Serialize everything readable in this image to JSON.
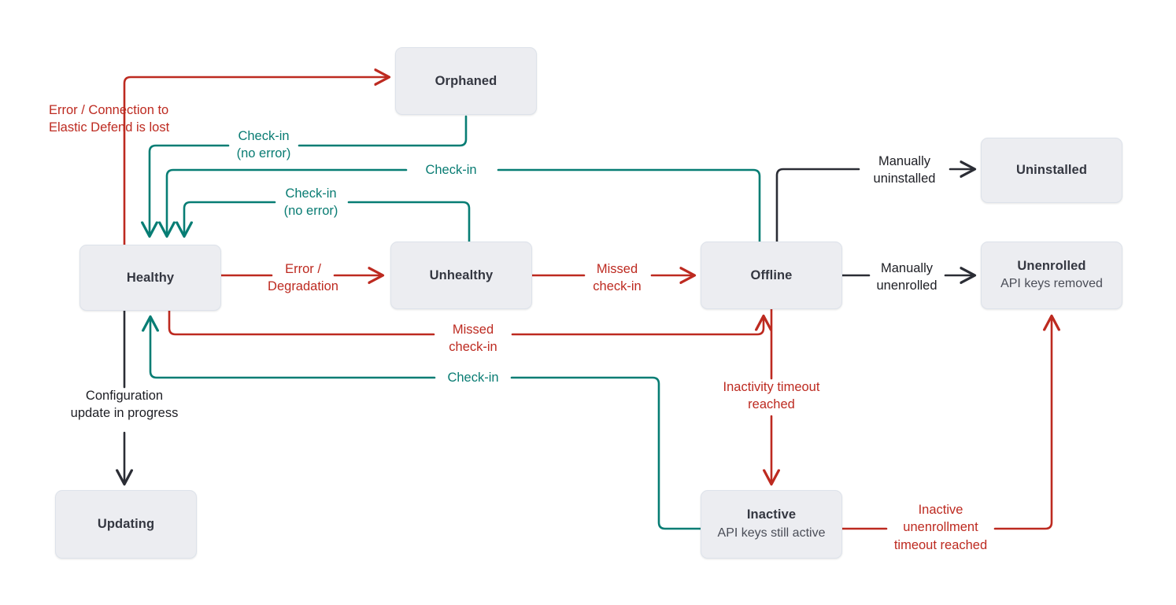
{
  "diagram": {
    "title": "Elastic Agent status state diagram",
    "colors": {
      "red": "#BD2A20",
      "teal": "#077D74",
      "dark": "#2B2D35",
      "node_fill": "#ECEDF1",
      "node_border": "#DDE2EA",
      "node_text": "#343741",
      "background": "#FFFFFF"
    },
    "nodes": [
      {
        "id": "orphaned",
        "title": "Orphaned",
        "sub": ""
      },
      {
        "id": "healthy",
        "title": "Healthy",
        "sub": ""
      },
      {
        "id": "unhealthy",
        "title": "Unhealthy",
        "sub": ""
      },
      {
        "id": "offline",
        "title": "Offline",
        "sub": ""
      },
      {
        "id": "uninstalled",
        "title": "Uninstalled",
        "sub": ""
      },
      {
        "id": "unenrolled",
        "title": "Unenrolled",
        "sub": "API keys removed"
      },
      {
        "id": "updating",
        "title": "Updating",
        "sub": ""
      },
      {
        "id": "inactive",
        "title": "Inactive",
        "sub": "API keys still active"
      }
    ],
    "edge_labels": [
      {
        "id": "healthy-to-orphaned",
        "text": "Error / Connection to\nElastic Defend is lost",
        "color": "red"
      },
      {
        "id": "orphaned-to-healthy",
        "text": "Check-in\n(no error)",
        "color": "teal"
      },
      {
        "id": "offline-to-healthy",
        "text": "Check-in",
        "color": "teal"
      },
      {
        "id": "unhealthy-to-healthy",
        "text": "Check-in\n(no error)",
        "color": "teal"
      },
      {
        "id": "healthy-to-unhealthy",
        "text": "Error /\nDegradation",
        "color": "red"
      },
      {
        "id": "unhealthy-to-offline",
        "text": "Missed\ncheck-in",
        "color": "red"
      },
      {
        "id": "healthy-to-offline",
        "text": "Missed\ncheck-in",
        "color": "red"
      },
      {
        "id": "inactive-to-healthy",
        "text": "Check-in",
        "color": "teal"
      },
      {
        "id": "offline-to-uninstalled",
        "text": "Manually\nuninstalled",
        "color": "dark"
      },
      {
        "id": "offline-to-unenrolled",
        "text": "Manually\nunenrolled",
        "color": "dark"
      },
      {
        "id": "healthy-to-updating",
        "text": "Configuration\nupdate in progress",
        "color": "dark"
      },
      {
        "id": "offline-to-inactive",
        "text": "Inactivity timeout\nreached",
        "color": "red"
      },
      {
        "id": "inactive-to-unenrolled",
        "text": "Inactive\nunenrollment\ntimeout reached",
        "color": "red"
      }
    ]
  }
}
